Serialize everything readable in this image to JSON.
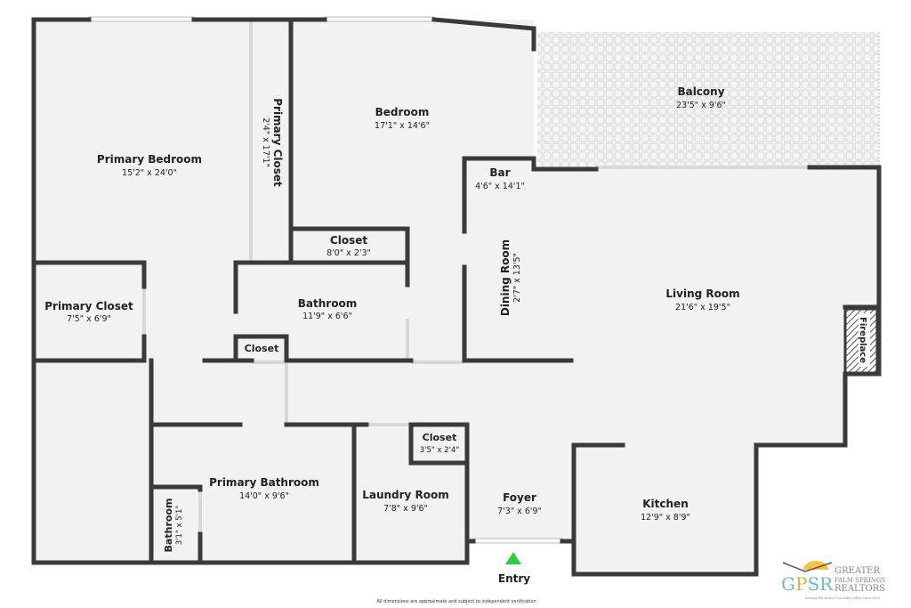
{
  "rooms": {
    "primary_bedroom": {
      "name": "Primary Bedroom",
      "dims": "15'2\" x 24'0\""
    },
    "primary_closet_tall": {
      "name": "Primary Closet",
      "dims": "2'4\" x 17'1\""
    },
    "bedroom": {
      "name": "Bedroom",
      "dims": "17'1\" x 14'6\""
    },
    "balcony": {
      "name": "Balcony",
      "dims": "23'5\" x 9'6\""
    },
    "bar": {
      "name": "Bar",
      "dims": "4'6\" x 14'1\""
    },
    "closet_1": {
      "name": "Closet",
      "dims": "8'0\" x 2'3\""
    },
    "dining_room": {
      "name": "Dining Room",
      "dims": "2'7\" x 13'5\""
    },
    "living_room": {
      "name": "Living Room",
      "dims": "21'6\" x 19'5\""
    },
    "primary_closet": {
      "name": "Primary Closet",
      "dims": "7'5\" x 6'9\""
    },
    "bathroom": {
      "name": "Bathroom",
      "dims": "11'9\" x 6'6\""
    },
    "fireplace": {
      "name": "Fireplace"
    },
    "closet_small": {
      "name": "Closet"
    },
    "closet_2": {
      "name": "Closet",
      "dims": "3'5\" x 2'4\""
    },
    "primary_bathroom": {
      "name": "Primary Bathroom",
      "dims": "14'0\" x 9'6\""
    },
    "laundry_room": {
      "name": "Laundry Room",
      "dims": "7'8\" x 9'6\""
    },
    "foyer": {
      "name": "Foyer",
      "dims": "7'3\" x 6'9\""
    },
    "kitchen": {
      "name": "Kitchen",
      "dims": "12'9\" x 8'9\""
    },
    "bathroom_small": {
      "name": "Bathroom",
      "dims": "3'1\" x 5'1\""
    }
  },
  "entry_label": "Entry",
  "disclaimer": "All dimensions are approximate and subject to independent verification",
  "logo": {
    "initials": "GPSR",
    "line1": "GREATER",
    "line2": "PALM SPRINGS",
    "line3": "REALTORS",
    "tagline": "Serving the Entire Coachella Valley Since 1935"
  },
  "colors": {
    "wall": "#3a3a3a",
    "floor": "#f2f2f2",
    "entry_arrow": "#2ecc40"
  }
}
